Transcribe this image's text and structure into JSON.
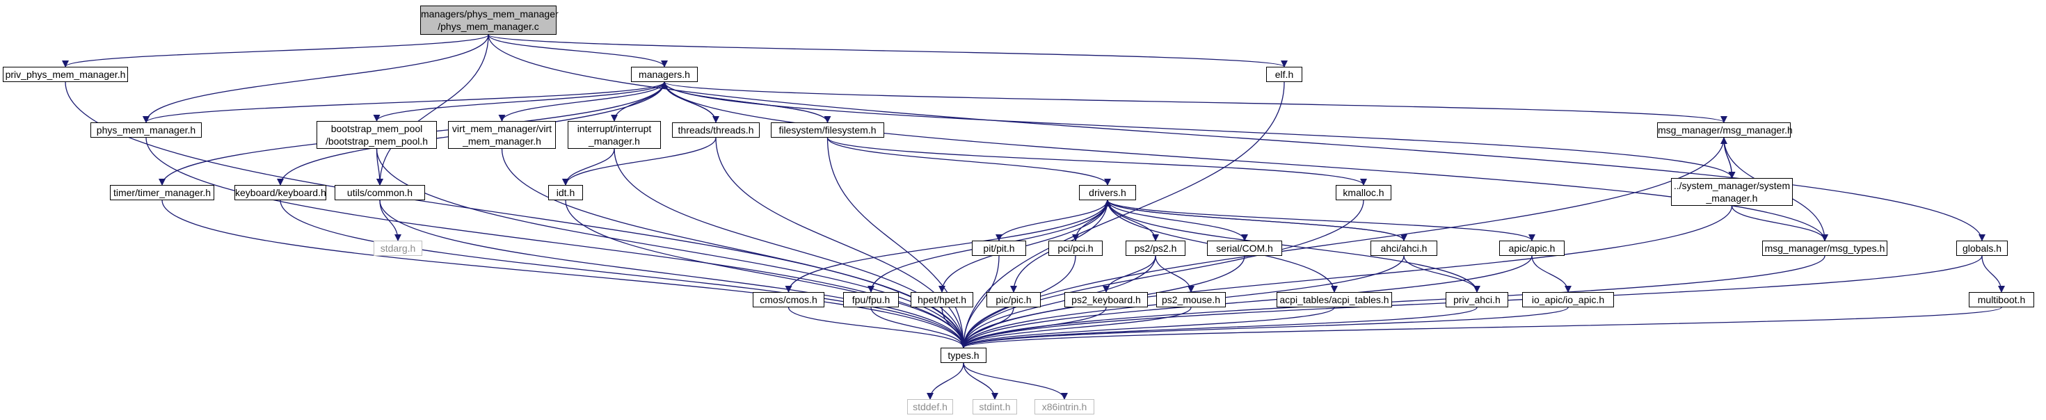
{
  "nodes": {
    "root": [
      "managers/phys_mem_manager",
      "/phys_mem_manager.c"
    ],
    "priv_pmm": [
      "priv_phys_mem_manager.h"
    ],
    "managers": [
      "managers.h"
    ],
    "elf": [
      "elf.h"
    ],
    "pmm": [
      "phys_mem_manager.h"
    ],
    "timer": [
      "timer/timer_manager.h"
    ],
    "keyboard": [
      "keyboard/keyboard.h"
    ],
    "bootstrap": [
      "bootstrap_mem_pool",
      "/bootstrap_mem_pool.h"
    ],
    "virt": [
      "virt_mem_manager/virt",
      "_mem_manager.h"
    ],
    "interrupt": [
      "interrupt/interrupt",
      "_manager.h"
    ],
    "threads": [
      "threads/threads.h"
    ],
    "filesystem": [
      "filesystem/filesystem.h"
    ],
    "msg_manager": [
      "msg_manager/msg_manager.h"
    ],
    "system_manager": [
      "../system_manager/system",
      "_manager.h"
    ],
    "msg_types": [
      "msg_manager/msg_types.h"
    ],
    "globals": [
      "globals.h"
    ],
    "multiboot": [
      "multiboot.h"
    ],
    "common": [
      "utils/common.h"
    ],
    "stdarg": [
      "stdarg.h"
    ],
    "idt": [
      "idt.h"
    ],
    "drivers": [
      "drivers.h"
    ],
    "kmalloc": [
      "kmalloc.h"
    ],
    "pit": [
      "pit/pit.h"
    ],
    "pci": [
      "pci/pci.h"
    ],
    "ps2": [
      "ps2/ps2.h"
    ],
    "serial": [
      "serial/COM.h"
    ],
    "ahci": [
      "ahci/ahci.h"
    ],
    "apic": [
      "apic/apic.h"
    ],
    "cmos": [
      "cmos/cmos.h"
    ],
    "fpu": [
      "fpu/fpu.h"
    ],
    "hpet": [
      "hpet/hpet.h"
    ],
    "pic": [
      "pic/pic.h"
    ],
    "ps2_keyboard": [
      "ps2_keyboard.h"
    ],
    "ps2_mouse": [
      "ps2_mouse.h"
    ],
    "acpi": [
      "acpi_tables/acpi_tables.h"
    ],
    "priv_ahci": [
      "priv_ahci.h"
    ],
    "io_apic": [
      "io_apic/io_apic.h"
    ],
    "types": [
      "types.h"
    ],
    "stddef": [
      "stddef.h"
    ],
    "stdint": [
      "stdint.h"
    ],
    "x86intrin": [
      "x86intrin.h"
    ]
  },
  "edges": [
    [
      "root",
      "priv_pmm"
    ],
    [
      "root",
      "pmm"
    ],
    [
      "root",
      "managers"
    ],
    [
      "root",
      "common"
    ],
    [
      "root",
      "elf"
    ],
    [
      "root",
      "globals"
    ],
    [
      "priv_pmm",
      "types"
    ],
    [
      "managers",
      "pmm"
    ],
    [
      "managers",
      "timer"
    ],
    [
      "managers",
      "keyboard"
    ],
    [
      "managers",
      "bootstrap"
    ],
    [
      "managers",
      "virt"
    ],
    [
      "managers",
      "interrupt"
    ],
    [
      "managers",
      "threads"
    ],
    [
      "managers",
      "filesystem"
    ],
    [
      "managers",
      "msg_manager"
    ],
    [
      "managers",
      "system_manager"
    ],
    [
      "managers",
      "msg_types"
    ],
    [
      "elf",
      "types"
    ],
    [
      "pmm",
      "types"
    ],
    [
      "timer",
      "types"
    ],
    [
      "keyboard",
      "types"
    ],
    [
      "bootstrap",
      "common"
    ],
    [
      "bootstrap",
      "types"
    ],
    [
      "virt",
      "types"
    ],
    [
      "interrupt",
      "idt"
    ],
    [
      "interrupt",
      "types"
    ],
    [
      "threads",
      "managers"
    ],
    [
      "threads",
      "idt"
    ],
    [
      "threads",
      "types"
    ],
    [
      "filesystem",
      "managers"
    ],
    [
      "filesystem",
      "drivers"
    ],
    [
      "filesystem",
      "kmalloc"
    ],
    [
      "filesystem",
      "types"
    ],
    [
      "msg_manager",
      "system_manager"
    ],
    [
      "msg_manager",
      "msg_types"
    ],
    [
      "msg_manager",
      "types"
    ],
    [
      "system_manager",
      "msg_manager"
    ],
    [
      "system_manager",
      "msg_types"
    ],
    [
      "system_manager",
      "types"
    ],
    [
      "msg_types",
      "types"
    ],
    [
      "globals",
      "multiboot"
    ],
    [
      "globals",
      "types"
    ],
    [
      "multiboot",
      "types"
    ],
    [
      "common",
      "stdarg"
    ],
    [
      "common",
      "types"
    ],
    [
      "idt",
      "types"
    ],
    [
      "kmalloc",
      "types"
    ],
    [
      "drivers",
      "cmos"
    ],
    [
      "drivers",
      "fpu"
    ],
    [
      "drivers",
      "hpet"
    ],
    [
      "drivers",
      "pic"
    ],
    [
      "drivers",
      "pit"
    ],
    [
      "drivers",
      "pci"
    ],
    [
      "drivers",
      "ps2"
    ],
    [
      "drivers",
      "serial"
    ],
    [
      "drivers",
      "acpi"
    ],
    [
      "drivers",
      "ahci"
    ],
    [
      "drivers",
      "apic"
    ],
    [
      "pit",
      "types"
    ],
    [
      "pci",
      "types"
    ],
    [
      "ps2",
      "ps2_keyboard"
    ],
    [
      "ps2",
      "ps2_mouse"
    ],
    [
      "ps2",
      "types"
    ],
    [
      "serial",
      "types"
    ],
    [
      "ahci",
      "drivers"
    ],
    [
      "ahci",
      "priv_ahci"
    ],
    [
      "ahci",
      "types"
    ],
    [
      "priv_ahci",
      "drivers"
    ],
    [
      "priv_ahci",
      "types"
    ],
    [
      "apic",
      "io_apic"
    ],
    [
      "apic",
      "types"
    ],
    [
      "io_apic",
      "types"
    ],
    [
      "cmos",
      "types"
    ],
    [
      "fpu",
      "types"
    ],
    [
      "hpet",
      "types"
    ],
    [
      "pic",
      "types"
    ],
    [
      "ps2_keyboard",
      "types"
    ],
    [
      "ps2_mouse",
      "types"
    ],
    [
      "acpi",
      "types"
    ],
    [
      "types",
      "stddef"
    ],
    [
      "types",
      "stdint"
    ],
    [
      "types",
      "x86intrin"
    ]
  ],
  "colors": {
    "edge": "#191970",
    "border": "#000000",
    "root_fill": "#bfbfbf",
    "system_border": "#bfbfbf",
    "system_text": "#8c8c8c"
  }
}
